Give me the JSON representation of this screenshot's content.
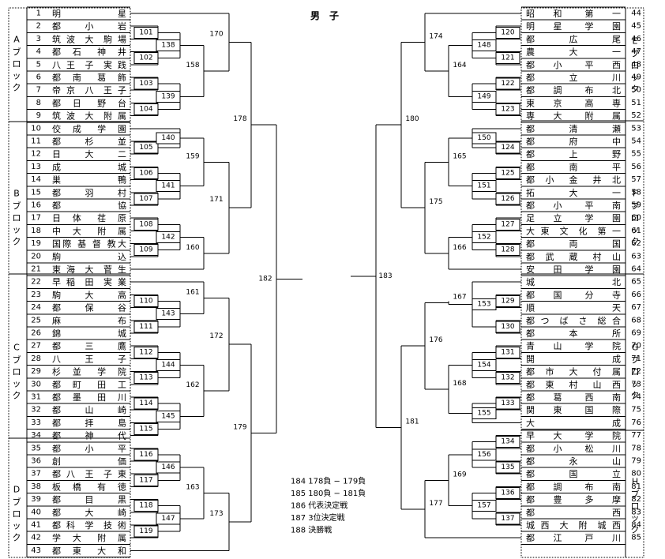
{
  "title": "男　子",
  "left_teams": [
    {
      "no": "1",
      "name": "明星"
    },
    {
      "no": "2",
      "name": "都小岩"
    },
    {
      "no": "3",
      "name": "筑波大駒場"
    },
    {
      "no": "4",
      "name": "都石神井"
    },
    {
      "no": "5",
      "name": "八王子実践"
    },
    {
      "no": "6",
      "name": "都南葛飾"
    },
    {
      "no": "7",
      "name": "帝京八王子"
    },
    {
      "no": "8",
      "name": "都日野台"
    },
    {
      "no": "9",
      "name": "筑波大附属"
    },
    {
      "no": "10",
      "name": "佼成学園"
    },
    {
      "no": "11",
      "name": "都杉並"
    },
    {
      "no": "12",
      "name": "日大二"
    },
    {
      "no": "13",
      "name": "成城"
    },
    {
      "no": "14",
      "name": "巣鴨"
    },
    {
      "no": "15",
      "name": "都羽村"
    },
    {
      "no": "16",
      "name": "都協"
    },
    {
      "no": "17",
      "name": "日体荏原"
    },
    {
      "no": "18",
      "name": "中大附属"
    },
    {
      "no": "19",
      "name": "国際基督教大"
    },
    {
      "no": "20",
      "name": "駒込"
    },
    {
      "no": "21",
      "name": "東海大菅生"
    },
    {
      "no": "22",
      "name": "早稲田実業"
    },
    {
      "no": "23",
      "name": "駒大高"
    },
    {
      "no": "24",
      "name": "都保谷"
    },
    {
      "no": "25",
      "name": "麻布"
    },
    {
      "no": "26",
      "name": "錦城"
    },
    {
      "no": "27",
      "name": "都三鷹"
    },
    {
      "no": "28",
      "name": "八王子"
    },
    {
      "no": "29",
      "name": "杉並学院"
    },
    {
      "no": "30",
      "name": "都町田工"
    },
    {
      "no": "31",
      "name": "都墨田川"
    },
    {
      "no": "32",
      "name": "都山崎"
    },
    {
      "no": "33",
      "name": "都拝島"
    },
    {
      "no": "34",
      "name": "都神代"
    },
    {
      "no": "35",
      "name": "都小平"
    },
    {
      "no": "36",
      "name": "創価"
    },
    {
      "no": "37",
      "name": "都八王子東"
    },
    {
      "no": "38",
      "name": "板橋有徳"
    },
    {
      "no": "39",
      "name": "都目黒"
    },
    {
      "no": "40",
      "name": "都大崎"
    },
    {
      "no": "41",
      "name": "都科学技術"
    },
    {
      "no": "42",
      "name": "学大附属"
    },
    {
      "no": "43",
      "name": "都東大和"
    }
  ],
  "right_teams": [
    {
      "no": "44",
      "name": "昭和第一"
    },
    {
      "no": "45",
      "name": "明星学園"
    },
    {
      "no": "46",
      "name": "都広尾"
    },
    {
      "no": "47",
      "name": "農大一"
    },
    {
      "no": "48",
      "name": "都小平西"
    },
    {
      "no": "49",
      "name": "都立川"
    },
    {
      "no": "50",
      "name": "都調布北"
    },
    {
      "no": "51",
      "name": "東京高専"
    },
    {
      "no": "52",
      "name": "専大附属"
    },
    {
      "no": "53",
      "name": "都清瀬"
    },
    {
      "no": "54",
      "name": "都府中"
    },
    {
      "no": "55",
      "name": "都上野"
    },
    {
      "no": "56",
      "name": "都南平"
    },
    {
      "no": "57",
      "name": "都小金井北"
    },
    {
      "no": "58",
      "name": "拓大一"
    },
    {
      "no": "59",
      "name": "都小平南"
    },
    {
      "no": "60",
      "name": "足立学園"
    },
    {
      "no": "61",
      "name": "大東文化第一"
    },
    {
      "no": "62",
      "name": "都両国"
    },
    {
      "no": "63",
      "name": "都武蔵村山"
    },
    {
      "no": "64",
      "name": "安田学園"
    },
    {
      "no": "65",
      "name": "城北"
    },
    {
      "no": "66",
      "name": "都国分寺"
    },
    {
      "no": "67",
      "name": "順天"
    },
    {
      "no": "68",
      "name": "都つばさ総合"
    },
    {
      "no": "69",
      "name": "都本所"
    },
    {
      "no": "70",
      "name": "青山学院"
    },
    {
      "no": "71",
      "name": "開成"
    },
    {
      "no": "72",
      "name": "都市大付属"
    },
    {
      "no": "73",
      "name": "都東村山西"
    },
    {
      "no": "74",
      "name": "都葛西南"
    },
    {
      "no": "75",
      "name": "関東国際"
    },
    {
      "no": "76",
      "name": "大成"
    },
    {
      "no": "77",
      "name": "早大学院"
    },
    {
      "no": "78",
      "name": "都小松川"
    },
    {
      "no": "79",
      "name": "都永山"
    },
    {
      "no": "80",
      "name": "都国立"
    },
    {
      "no": "81",
      "name": "都調布南"
    },
    {
      "no": "82",
      "name": "都豊多摩"
    },
    {
      "no": "83",
      "name": "都西"
    },
    {
      "no": "84",
      "name": "城西大附城西"
    },
    {
      "no": "85",
      "name": "都江戸川"
    }
  ],
  "blocks": {
    "left": [
      {
        "letter": "A",
        "suffix": "ブロック"
      },
      {
        "letter": "B",
        "suffix": "ブロック"
      },
      {
        "letter": "C",
        "suffix": "ブロック"
      },
      {
        "letter": "D",
        "suffix": "ブロック"
      }
    ],
    "right": [
      {
        "letter": "E",
        "suffix": "ブロック"
      },
      {
        "letter": "F",
        "suffix": "ブロック"
      },
      {
        "letter": "G",
        "suffix": "ブロック"
      },
      {
        "letter": "H",
        "suffix": "ブロック"
      }
    ]
  },
  "match_numbers": {
    "left_r1": [
      "101",
      "102",
      "103",
      "104",
      "105",
      "106",
      "107",
      "108",
      "109",
      "110",
      "111",
      "112",
      "113",
      "114",
      "115",
      "116",
      "117",
      "118",
      "119"
    ],
    "left_r2": [
      "138",
      "139",
      "140",
      "141",
      "142",
      "143",
      "144",
      "145",
      "146",
      "147"
    ],
    "left_r3": [
      "158",
      "159",
      "160",
      "161",
      "162",
      "163"
    ],
    "left_r4": [
      "170",
      "171",
      "172",
      "173"
    ],
    "left_r5": [
      "178",
      "179"
    ],
    "left_semi": "182",
    "right_r1": [
      "120",
      "121",
      "122",
      "123",
      "124",
      "125",
      "126",
      "127",
      "128",
      "129",
      "130",
      "131",
      "132",
      "133",
      "134",
      "135",
      "136",
      "137"
    ],
    "right_r2": [
      "148",
      "149",
      "150",
      "151",
      "152",
      "153",
      "154",
      "155",
      "156",
      "157"
    ],
    "right_r3": [
      "164",
      "165",
      "166",
      "167",
      "168",
      "169"
    ],
    "right_r4": [
      "174",
      "175",
      "176",
      "177"
    ],
    "right_r5": [
      "180",
      "181"
    ],
    "right_semi": "183"
  },
  "notes": [
    "184 178負 − 179負",
    "185 180負 − 181負",
    "186 代表決定戦",
    "187 3位決定戦",
    "188 決勝戦"
  ]
}
